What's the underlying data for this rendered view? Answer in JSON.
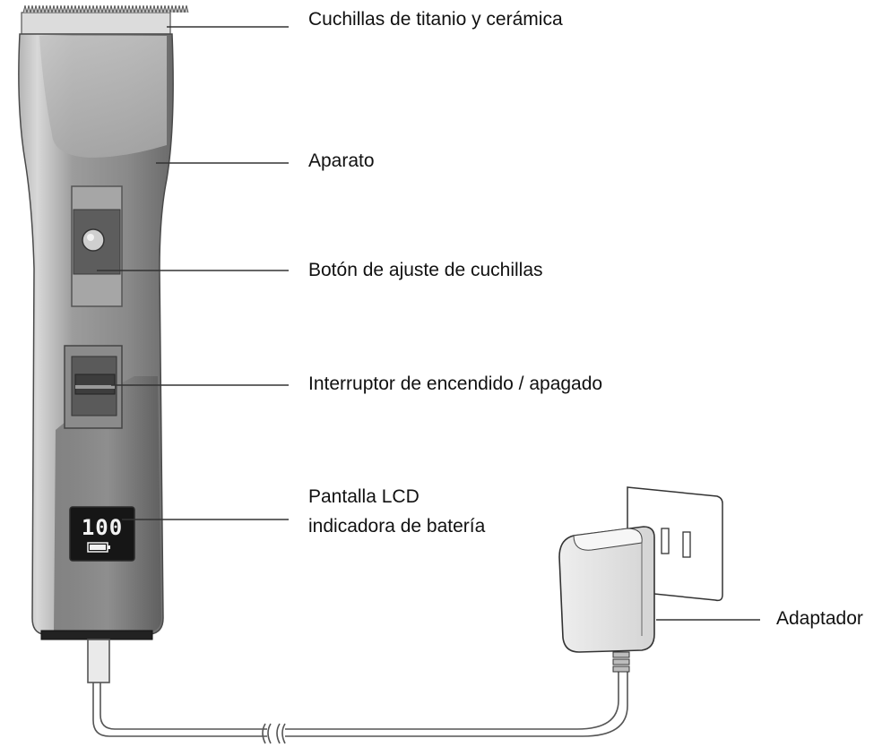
{
  "labels": {
    "blades": "Cuchillas de titanio y cerámica",
    "body": "Aparato",
    "blade_adjust_button": "Botón de ajuste de cuchillas",
    "power_switch": "Interruptor de encendido / apagado",
    "lcd_line1": "Pantalla LCD",
    "lcd_line2": "indicadora de batería",
    "adapter": "Adaptador"
  },
  "lcd_display": {
    "value": "100",
    "battery_icon": "battery-icon"
  },
  "colors": {
    "body": "#9a9a9a",
    "body_dark": "#6e6e6e",
    "lcd_background": "#161616",
    "lcd_digits": "#f2f2f2",
    "leader_lines": "#333333"
  }
}
